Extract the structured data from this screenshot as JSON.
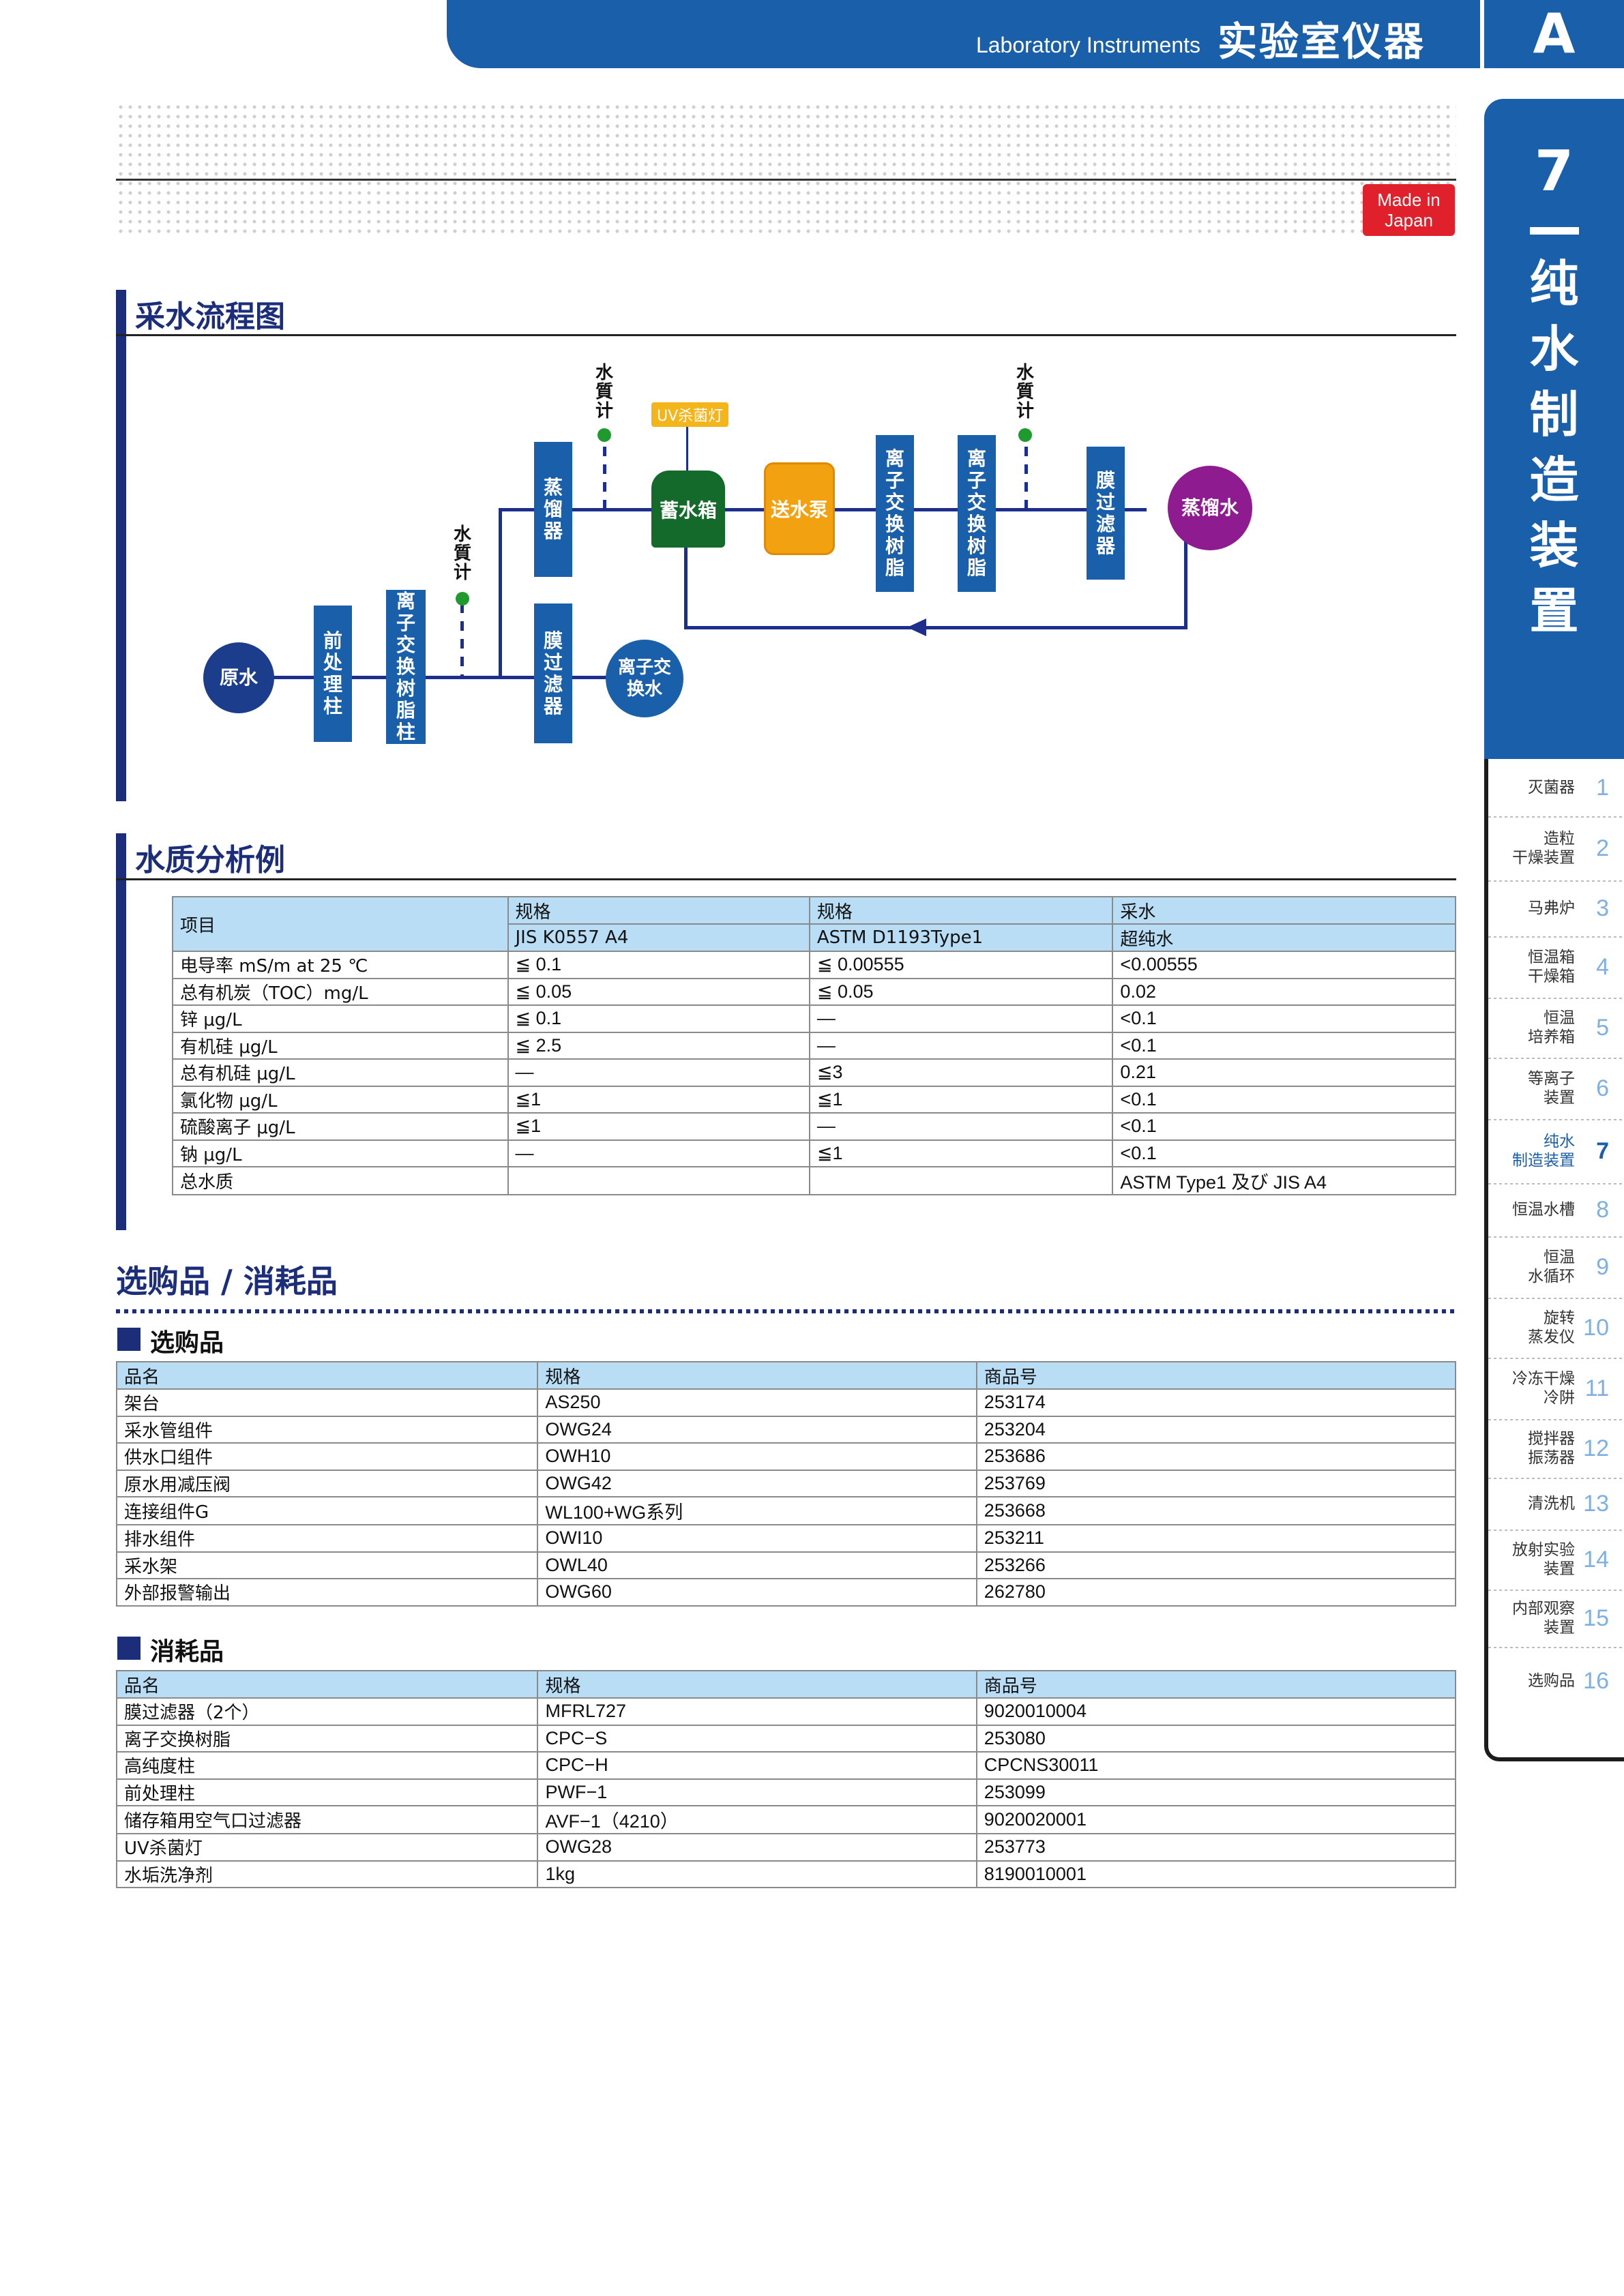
{
  "header": {
    "subtitle_en": "Laboratory Instruments",
    "title_cn": "实验室仪器",
    "letter": "A"
  },
  "badge": {
    "line1": "Made in",
    "line2": "Japan"
  },
  "side": {
    "number": "7",
    "title": "纯水制造装置",
    "items": [
      {
        "label": "灭菌器",
        "num": "1"
      },
      {
        "label": "造粒\n干燥装置",
        "num": "2"
      },
      {
        "label": "马弗炉",
        "num": "3"
      },
      {
        "label": "恒温箱\n干燥箱",
        "num": "4"
      },
      {
        "label": "恒温\n培养箱",
        "num": "5"
      },
      {
        "label": "等离子\n装置",
        "num": "6"
      },
      {
        "label": "纯水\n制造装置",
        "num": "7"
      },
      {
        "label": "恒温水槽",
        "num": "8"
      },
      {
        "label": "恒温\n水循环",
        "num": "9"
      },
      {
        "label": "旋转\n蒸发仪",
        "num": "10"
      },
      {
        "label": "冷冻干燥\n冷阱",
        "num": "11"
      },
      {
        "label": "搅拌器\n振荡器",
        "num": "12"
      },
      {
        "label": "清洗机",
        "num": "13"
      },
      {
        "label": "放射实验\n装置",
        "num": "14"
      },
      {
        "label": "内部观察\n装置",
        "num": "15"
      },
      {
        "label": "选购品",
        "num": "16"
      }
    ]
  },
  "flow": {
    "title": "采水流程图",
    "raw_water": "原水",
    "pretreat": "前处理柱",
    "ion_resin_col": "离子交换树脂柱",
    "meter": "水質计",
    "distiller": "蒸馏器",
    "membrane_filter": "膜过滤器",
    "ion_water": "离子交换水",
    "uv_lamp": "UV杀菌灯",
    "tank": "蓄水箱",
    "pump": "送水泵",
    "ion_resin": "离子交换树脂",
    "distilled": "蒸馏水"
  },
  "quality": {
    "title": "水质分析例",
    "head": {
      "item": "项目",
      "spec1": "规格",
      "spec2": "规格",
      "sample": "采水",
      "jis": "JIS  K0557  A4",
      "astm": "ASTM  D1193Type1",
      "ultra": "超纯水"
    },
    "rows": [
      [
        "电导率 mS/m at 25 ℃",
        "≦ 0.1",
        "≦ 0.00555",
        "<0.00555"
      ],
      [
        "总有机炭（TOC）mg/L",
        "≦ 0.05",
        "≦ 0.05",
        "0.02"
      ],
      [
        "锌  μg/L",
        "≦ 0.1",
        "—",
        "<0.1"
      ],
      [
        "有机硅  μg/L",
        "≦ 2.5",
        "—",
        "<0.1"
      ],
      [
        "总有机硅  μg/L",
        "—",
        "≦3",
        "0.21"
      ],
      [
        "氯化物  μg/L",
        "≦1",
        "≦1",
        "<0.1"
      ],
      [
        "硫酸离子 μg/L",
        "≦1",
        "—",
        "<0.1"
      ],
      [
        "钠  μg/L",
        "—",
        "≦1",
        "<0.1"
      ],
      [
        "总水质",
        "",
        "",
        "ASTM Type1 及び JIS A4"
      ]
    ]
  },
  "purchase": {
    "title": "选购品 / 消耗品",
    "options": {
      "title": "选购品",
      "head": [
        "品名",
        "规格",
        "商品号"
      ],
      "rows": [
        [
          "架台",
          "AS250",
          "253174"
        ],
        [
          "采水管组件",
          "OWG24",
          "253204"
        ],
        [
          "供水口组件",
          "OWH10",
          "253686"
        ],
        [
          "原水用减压阀",
          "OWG42",
          "253769"
        ],
        [
          "连接组件G",
          "WL100+WG系列",
          "253668"
        ],
        [
          "排水组件",
          "OWI10",
          "253211"
        ],
        [
          "采水架",
          "OWL40",
          "253266"
        ],
        [
          "外部报警输出",
          "OWG60",
          "262780"
        ]
      ]
    },
    "consumables": {
      "title": "消耗品",
      "head": [
        "品名",
        "规格",
        "商品号"
      ],
      "rows": [
        [
          "膜过滤器（2个）",
          "MFRL727",
          "9020010004"
        ],
        [
          "离子交换树脂",
          "CPC−S",
          "253080"
        ],
        [
          "高纯度柱",
          "CPC−H",
          "CPCNS30011"
        ],
        [
          "前处理柱",
          "PWF−1",
          "253099"
        ],
        [
          "储存箱用空气口过滤器",
          "AVF−1（4210）",
          "9020020001"
        ],
        [
          "UV杀菌灯",
          "OWG28",
          "253773"
        ],
        [
          "水垢洗净剂",
          "1kg",
          "8190010001"
        ]
      ]
    }
  },
  "colors": {
    "brand_blue": "#1a5fa9",
    "navy": "#1c2e7a",
    "table_head": "#b8ddf5",
    "badge_red": "#e0202a"
  }
}
